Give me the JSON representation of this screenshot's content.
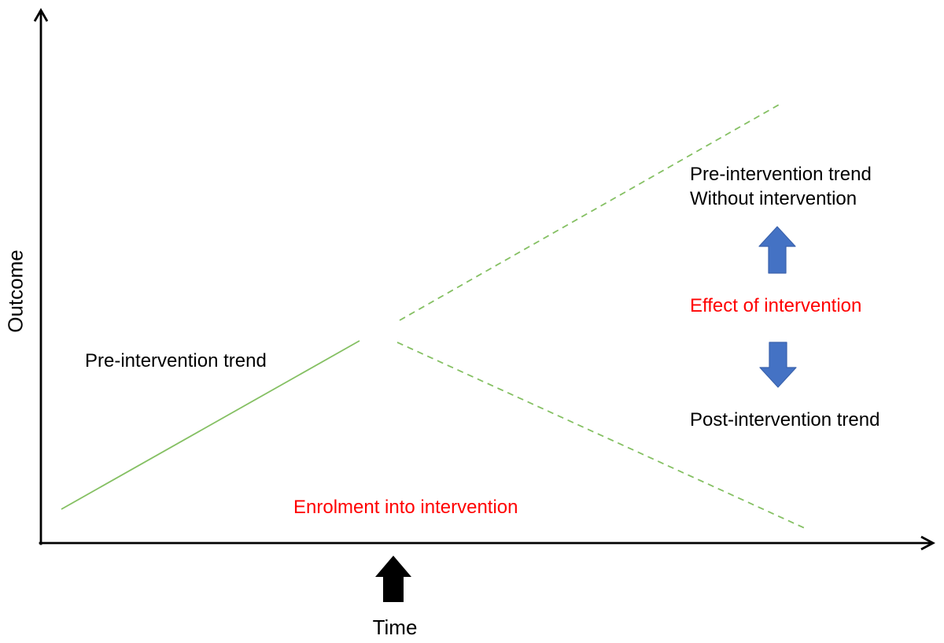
{
  "colors": {
    "ink": "#000000",
    "trend-green": "#85C063",
    "label-red": "#FF0000",
    "arrow-blue": "#4472C4",
    "arrow-blue-border": "#3A62AC"
  },
  "axes": {
    "y_label": "Outcome",
    "x_label": "Time"
  },
  "labels": {
    "pre_trend": "Pre-intervention trend",
    "counterfactual_line1": "Pre-intervention trend",
    "counterfactual_line2": "Without intervention",
    "effect": "Effect of intervention",
    "post_trend": "Post-intervention trend",
    "enrolment": "Enrolment into intervention"
  },
  "chart_data": {
    "type": "line",
    "title": "",
    "xlabel": "Time",
    "ylabel": "Outcome",
    "grid": false,
    "legend": false,
    "series": [
      {
        "name": "Pre-intervention trend",
        "style": "solid",
        "color": "#85C063",
        "description": "rising outcome trend before enrolment into intervention"
      },
      {
        "name": "Pre-intervention trend without intervention",
        "style": "dashed",
        "color": "#85C063",
        "description": "counterfactual continuation of the rising pre-intervention trend"
      },
      {
        "name": "Post-intervention trend",
        "style": "dashed",
        "color": "#85C063",
        "description": "declining outcome trend after enrolment into intervention"
      }
    ],
    "annotations": [
      {
        "text": "Enrolment into intervention",
        "color": "#FF0000",
        "marker": "black up arrow below x-axis"
      },
      {
        "text": "Effect of intervention",
        "color": "#FF0000",
        "marker": "blue up and down arrows showing gap between counterfactual and post-intervention trends"
      }
    ]
  }
}
